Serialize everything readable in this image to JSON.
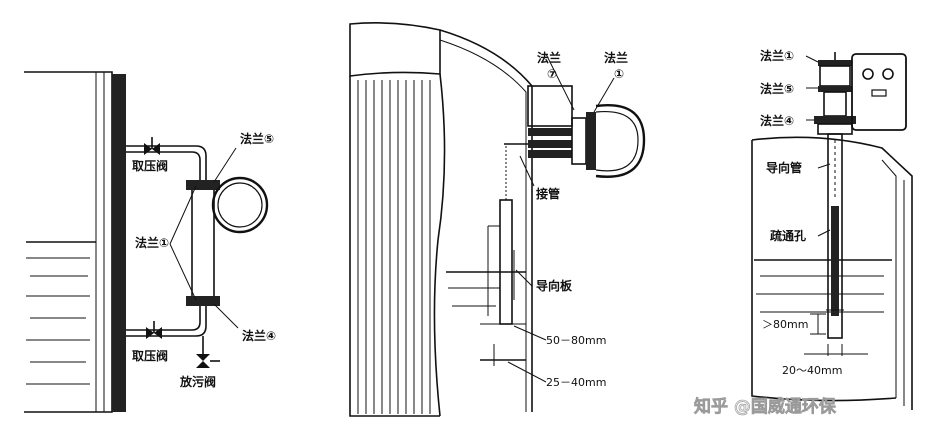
{
  "panel_left": {
    "flange_top": "法兰⑤",
    "flange_mid": "法兰①",
    "flange_bottom": "法兰④",
    "pressure_valve_top": "取压阀",
    "pressure_valve_bottom": "取压阀",
    "drain_valve": "放污阀"
  },
  "panel_mid": {
    "flange_left": "法兰",
    "flange_left_num": "⑦",
    "flange_right": "法兰",
    "flange_right_num": "①",
    "nozzle": "接管",
    "guide_plate": "导向板",
    "dim_upper": "50－80mm",
    "dim_lower": "25－40mm"
  },
  "panel_right": {
    "flange_1": "法兰①",
    "flange_2": "法兰⑤",
    "flange_3": "法兰④",
    "guide_tube": "导向管",
    "vent_hole": "疏通孔",
    "dim_bottom": "＞80mm",
    "dim_width": "20～40mm"
  },
  "watermark": "知乎 @国威通环保"
}
